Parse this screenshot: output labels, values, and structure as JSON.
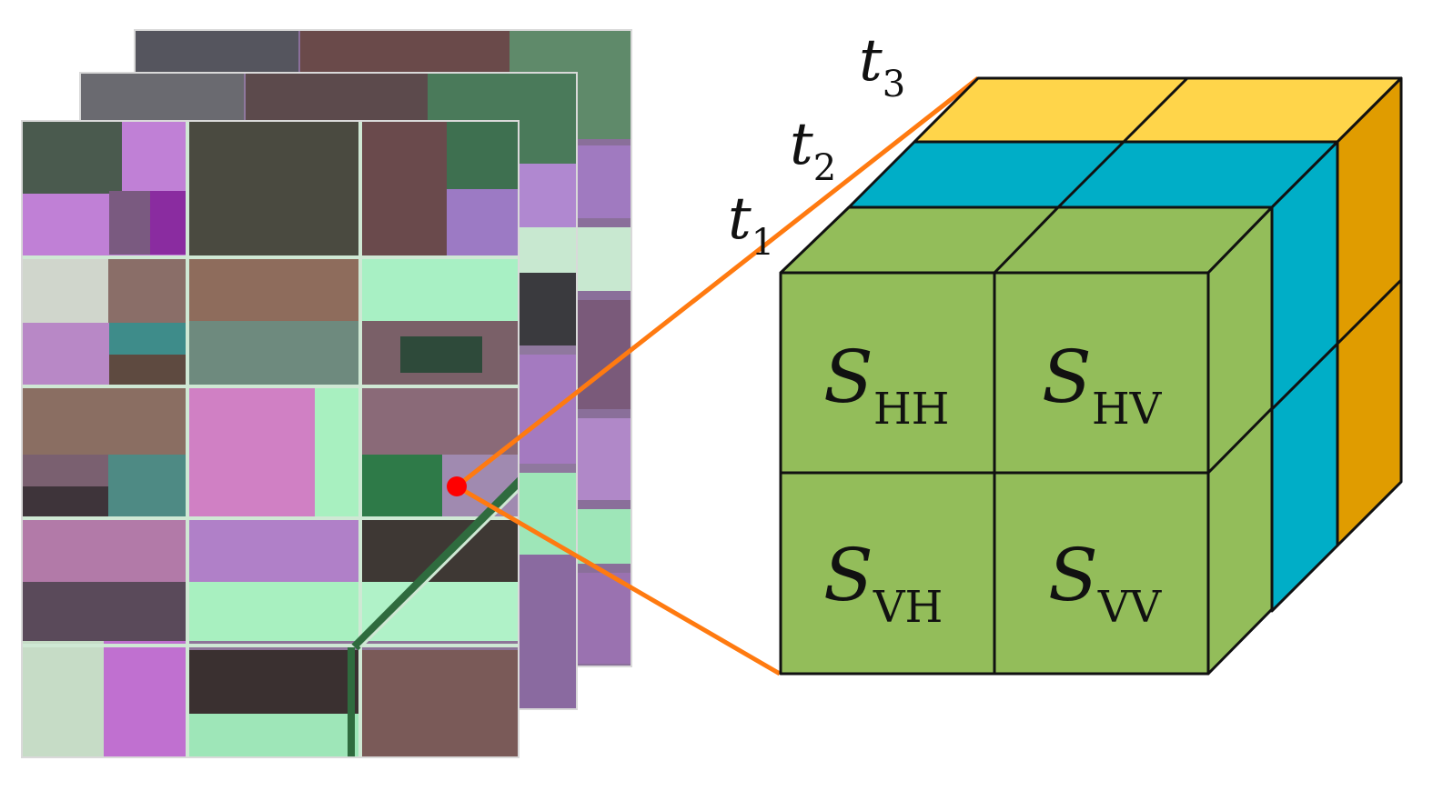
{
  "time_labels": [
    {
      "base": "t",
      "sub": "1"
    },
    {
      "base": "t",
      "sub": "2"
    },
    {
      "base": "t",
      "sub": "3"
    }
  ],
  "cells": [
    {
      "base": "S",
      "sub": "HH"
    },
    {
      "base": "S",
      "sub": "HV"
    },
    {
      "base": "S",
      "sub": "VH"
    },
    {
      "base": "S",
      "sub": "VV"
    }
  ],
  "colors": {
    "layer_t1_green": "#93bd5a",
    "layer_t2_cyan": "#00aec7",
    "layer_t3_yellow": "#ffd54a",
    "layer_t3_side": "#e09c00",
    "connector_orange": "#ff7a10",
    "pixel_marker_red": "#ff0000"
  },
  "icons": {
    "satellite_image_stack": "sar-image-stack-icon",
    "pixel_marker": "red-dot-marker-icon"
  }
}
